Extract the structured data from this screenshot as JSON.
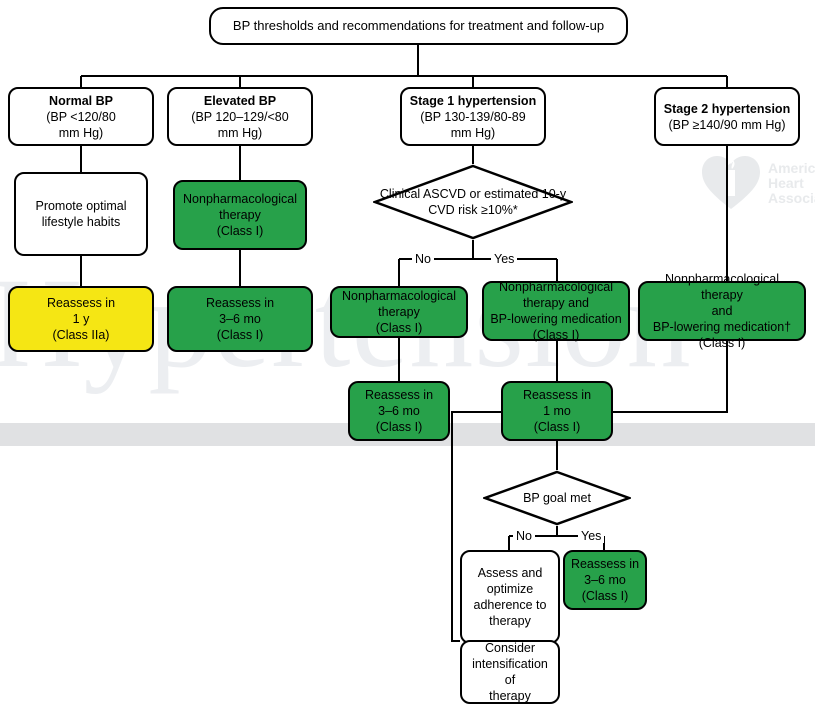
{
  "figure": {
    "title": "BP thresholds and recommendations for treatment and follow-up",
    "watermark_text": "Hypertension",
    "logo": {
      "name": "american-heart-association-logo",
      "line1": "American",
      "line2": "Heart",
      "line3": "Association"
    },
    "colors": {
      "green": "#27a14a",
      "yellow": "#f5e614",
      "white": "#ffffff",
      "outline": "#000000",
      "band": "#e0e1e3",
      "watermark": "#eceef1"
    }
  },
  "nodes": {
    "root": {
      "label": "BP thresholds and recommendations for treatment and follow-up",
      "shape": "rounded-rect",
      "fill": "white"
    },
    "normal_bp": {
      "line1": "Normal BP",
      "line2": "(BP <120/80",
      "line3": "mm Hg)",
      "shape": "rounded-rect",
      "fill": "white"
    },
    "elevated_bp": {
      "line1": "Elevated BP",
      "line2": "(BP 120–129/<80",
      "line3": "mm Hg)",
      "shape": "rounded-rect",
      "fill": "white"
    },
    "stage1": {
      "line1": "Stage 1 hypertension",
      "line2": "(BP 130-139/80-89",
      "line3": "mm Hg)",
      "shape": "rounded-rect",
      "fill": "white"
    },
    "stage2": {
      "line1": "Stage 2 hypertension",
      "line2": "(BP ≥140/90 mm Hg)",
      "shape": "rounded-rect",
      "fill": "white"
    },
    "promote_lifestyle": {
      "line1": "Promote optimal",
      "line2": "lifestyle habits",
      "shape": "rounded-rect",
      "fill": "white"
    },
    "nonpharm_elevated": {
      "line1": "Nonpharmacological",
      "line2": "therapy",
      "line3": "(Class I)",
      "shape": "rounded-rect",
      "fill": "green"
    },
    "ascvd_diamond": {
      "line1": "Clinical ASCVD",
      "line2": "or estimated 10-y CVD risk",
      "line3": "≥10%*",
      "shape": "diamond",
      "fill": "white"
    },
    "reassess_1y": {
      "line1": "Reassess in",
      "line2": "1 y",
      "line3": "(Class IIa)",
      "shape": "rounded-rect",
      "fill": "yellow"
    },
    "reassess_36mo_elevated": {
      "line1": "Reassess in",
      "line2": "3–6 mo",
      "line3": "(Class I)",
      "shape": "rounded-rect",
      "fill": "green"
    },
    "nonpharm_stage1_no": {
      "line1": "Nonpharmacological",
      "line2": "therapy",
      "line3": "(Class I)",
      "shape": "rounded-rect",
      "fill": "green"
    },
    "nonpharm_med_stage1_yes": {
      "line1": "Nonpharmacological",
      "line2": "therapy and",
      "line3": "BP-lowering medication",
      "line4": "(Class I)",
      "shape": "rounded-rect",
      "fill": "green"
    },
    "nonpharm_med_stage2": {
      "line1": "Nonpharmacological therapy",
      "line2": "and",
      "line3": "BP-lowering medication†",
      "line4": "(Class I)",
      "shape": "rounded-rect",
      "fill": "green"
    },
    "reassess_36mo_stage1": {
      "line1": "Reassess in",
      "line2": "3–6 mo",
      "line3": "(Class I)",
      "shape": "rounded-rect",
      "fill": "green"
    },
    "reassess_1mo": {
      "line1": "Reassess in",
      "line2": "1 mo",
      "line3": "(Class I)",
      "shape": "rounded-rect",
      "fill": "green"
    },
    "bp_goal_diamond": {
      "line1": "BP goal met",
      "shape": "diamond",
      "fill": "white"
    },
    "assess_adherence": {
      "line1": "Assess and",
      "line2": "optimize",
      "line3": "adherence to",
      "line4": "therapy",
      "shape": "rounded-rect",
      "fill": "white"
    },
    "consider_intensification": {
      "line1": "Consider",
      "line2": "intensification of",
      "line3": "therapy",
      "shape": "rounded-rect",
      "fill": "white"
    },
    "reassess_36mo_goal": {
      "line1": "Reassess in",
      "line2": "3–6 mo",
      "line3": "(Class I)",
      "shape": "rounded-rect",
      "fill": "green"
    }
  },
  "branch_labels": {
    "ascvd_no": "No",
    "ascvd_yes": "Yes",
    "goal_no": "No",
    "goal_yes": "Yes"
  }
}
